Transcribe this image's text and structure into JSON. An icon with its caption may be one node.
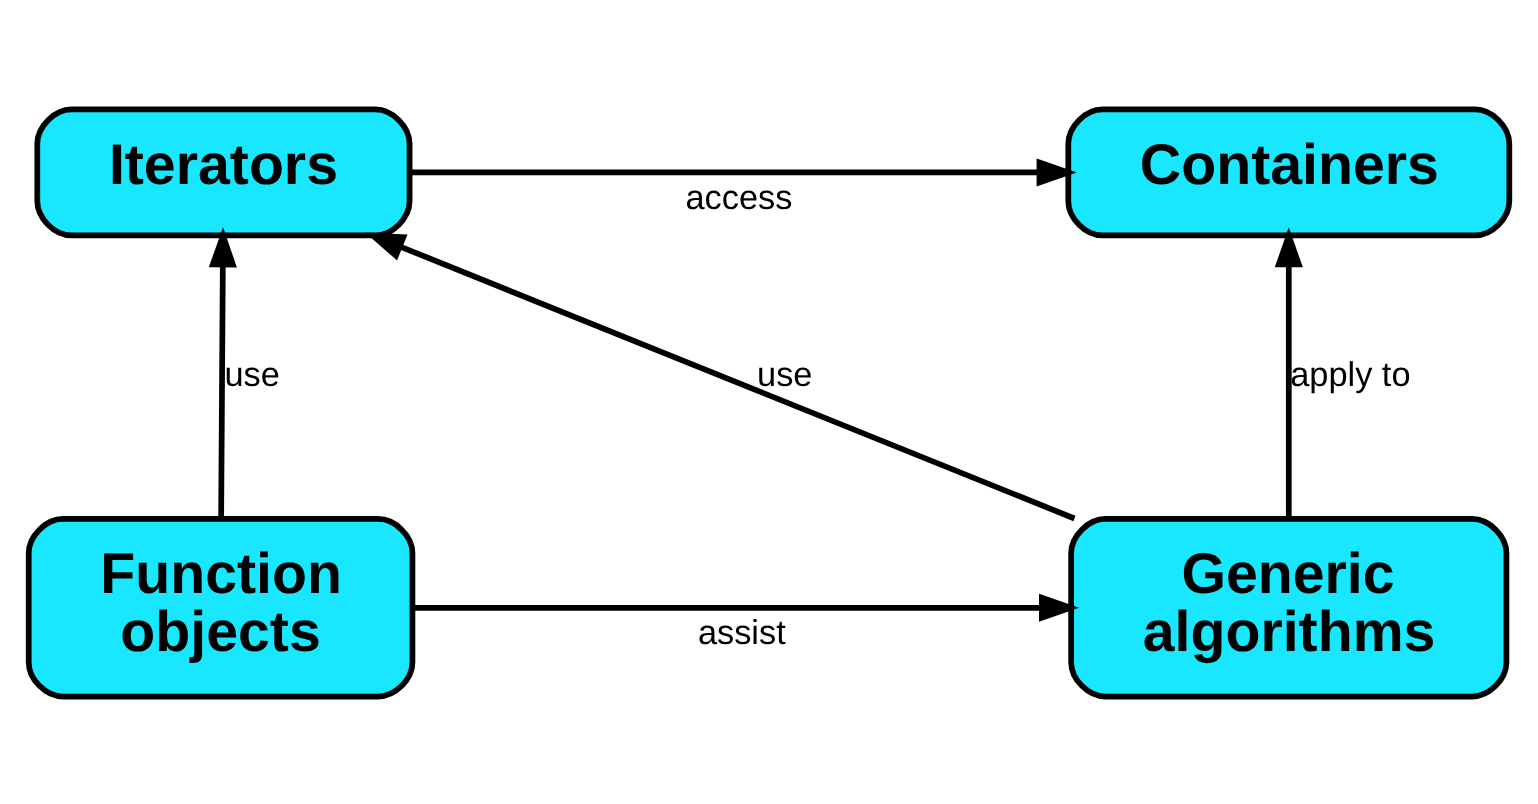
{
  "diagram": {
    "nodes": [
      {
        "text": [
          "Iterators"
        ]
      },
      {
        "text": [
          "Containers"
        ]
      },
      {
        "text": [
          "Function objects"
        ]
      },
      {
        "text": [
          "Generic algorithms"
        ]
      }
    ],
    "edges": [
      {
        "from": 0,
        "to": 1,
        "arrow": "to",
        "label": "access"
      },
      {
        "from": 2,
        "to": 0,
        "arrow": "to",
        "label": "use"
      },
      {
        "from": 3,
        "to": 0,
        "arrow": "to",
        "label": "use"
      },
      {
        "from": 3,
        "to": 1,
        "arrow": "to",
        "label": "apply to"
      },
      {
        "from": 2,
        "to": 3,
        "arrow": "to",
        "label": "assist"
      }
    ]
  }
}
